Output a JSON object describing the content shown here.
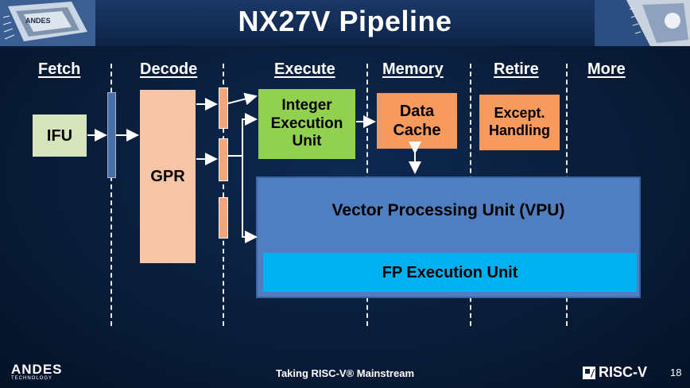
{
  "title": "NX27V Pipeline",
  "stages": [
    {
      "key": "fetch",
      "label": "Fetch"
    },
    {
      "key": "decode",
      "label": "Decode"
    },
    {
      "key": "execute",
      "label": "Execute"
    },
    {
      "key": "memory",
      "label": "Memory"
    },
    {
      "key": "retire",
      "label": "Retire"
    },
    {
      "key": "more",
      "label": "More"
    }
  ],
  "blocks": {
    "ifu": "IFU",
    "gpr": "GPR",
    "integer_line1": "Integer",
    "integer_line2": "Execution",
    "integer_line3": "Unit",
    "data_cache_line1": "Data",
    "data_cache_line2": "Cache",
    "except_line1": "Except.",
    "except_line2": "Handling",
    "vpu": "Vector Processing Unit (VPU)",
    "fp": "FP Execution Unit"
  },
  "footer": {
    "tagline": "Taking RISC-V® Mainstream",
    "company": "ANDES",
    "company_sub": "TECHNOLOGY",
    "riscv": "RISC-V",
    "page_number": "18"
  },
  "colors": {
    "ifu": "#d6e4bc",
    "gpr": "#f7c4a5",
    "integer": "#92d050",
    "data_cache": "#f79a5e",
    "except": "#f79a5e",
    "vpu": "#4f7ec1",
    "fp": "#00b0f0"
  }
}
